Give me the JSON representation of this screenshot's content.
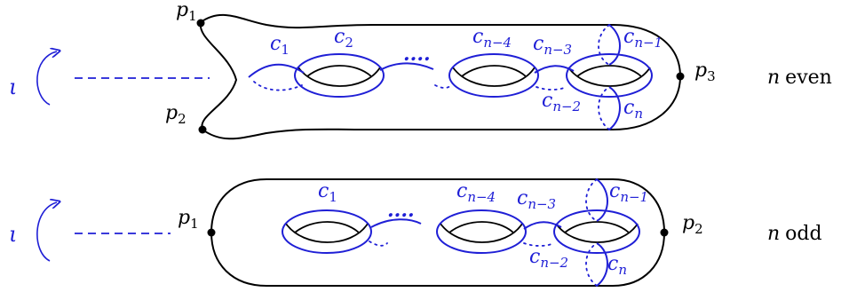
{
  "colors": {
    "curve": "#1f1fd6",
    "surface": "#000000",
    "background": "#ffffff"
  },
  "top": {
    "iota": "ι",
    "points": [
      "p",
      "1",
      "p",
      "2",
      "p",
      "3"
    ],
    "curves": {
      "c1": [
        "c",
        "1"
      ],
      "c2": [
        "c",
        "2"
      ],
      "cn4": [
        "c",
        "n−4"
      ],
      "cn3": [
        "c",
        "n−3"
      ],
      "cn1": [
        "c",
        "n−1"
      ],
      "cn2": [
        "c",
        "n−2"
      ],
      "cn": [
        "c",
        "n"
      ]
    },
    "dots": "....",
    "case_n": "n",
    "case_word": "even"
  },
  "bottom": {
    "iota": "ι",
    "points": [
      "p",
      "1",
      "p",
      "2"
    ],
    "curves": {
      "c1": [
        "c",
        "1"
      ],
      "cn4": [
        "c",
        "n−4"
      ],
      "cn3": [
        "c",
        "n−3"
      ],
      "cn1": [
        "c",
        "n−1"
      ],
      "cn2": [
        "c",
        "n−2"
      ],
      "cn": [
        "c",
        "n"
      ]
    },
    "dots": "....",
    "case_n": "n",
    "case_word": "odd"
  }
}
